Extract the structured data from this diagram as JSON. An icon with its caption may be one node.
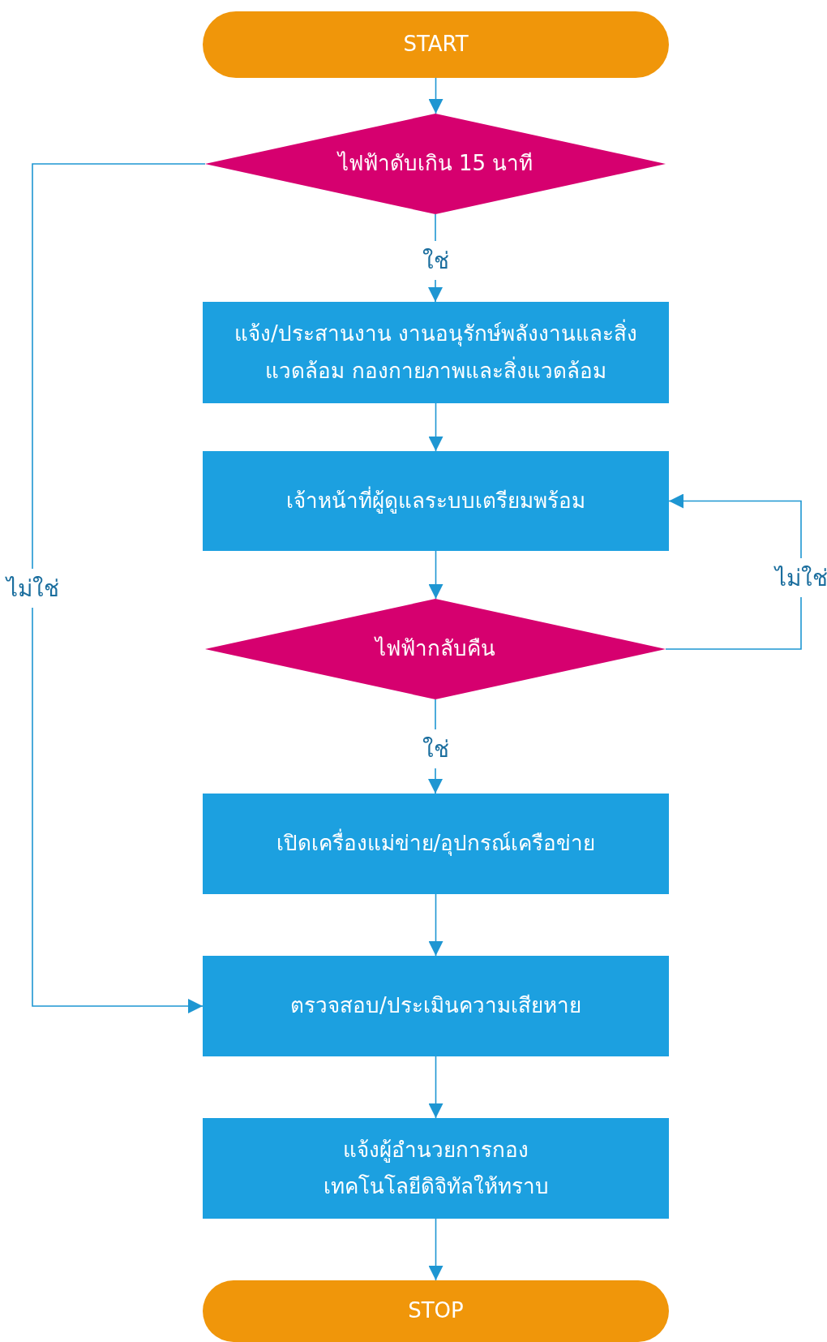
{
  "diagram": {
    "nodes": [
      {
        "text": [
          "START"
        ]
      },
      {
        "text": [
          "ไฟฟ้าดับเกิน 15 นาที"
        ]
      },
      {
        "text": [
          "แจ้ง/ประสานงาน งานอนุรักษ์พลังงานและสิ่งแวดล้อม กองกายภาพและสิ่งแวดล้อม"
        ]
      },
      {
        "text": [
          "เจ้าหน้าที่ผู้ดูแลระบบเตรียมพร้อม"
        ]
      },
      {
        "text": [
          "ไฟฟ้ากลับคืน"
        ]
      },
      {
        "text": [
          "เปิดเครื่องแม่ข่าย/อุปกรณ์เครือข่าย"
        ]
      },
      {
        "text": [
          "ตรวจสอบ/ประเมินความเสียหาย"
        ]
      },
      {
        "text": [
          "แจ้งผู้อำนวยการกองเทคโนโลยีดิจิทัลให้ทราบ"
        ]
      },
      {
        "text": [
          "STOP"
        ]
      }
    ],
    "edges": [
      {
        "from": 0,
        "to": 1,
        "arrow": "to"
      },
      {
        "from": 1,
        "to": 2,
        "arrow": "to",
        "label": "ใช่"
      },
      {
        "from": 2,
        "to": 3,
        "arrow": "to"
      },
      {
        "from": 3,
        "to": 4,
        "arrow": "to"
      },
      {
        "from": 4,
        "to": 5,
        "arrow": "to",
        "label": "ใช่"
      },
      {
        "from": 5,
        "to": 6,
        "arrow": "to"
      },
      {
        "from": 6,
        "to": 7,
        "arrow": "to"
      },
      {
        "from": 7,
        "to": 8,
        "arrow": "to"
      },
      {
        "from": 1,
        "to": 6,
        "arrow": "to",
        "label": "ไม่ใช่"
      },
      {
        "from": 4,
        "to": 3,
        "arrow": "to",
        "label": "ไม่ใช่"
      }
    ]
  }
}
